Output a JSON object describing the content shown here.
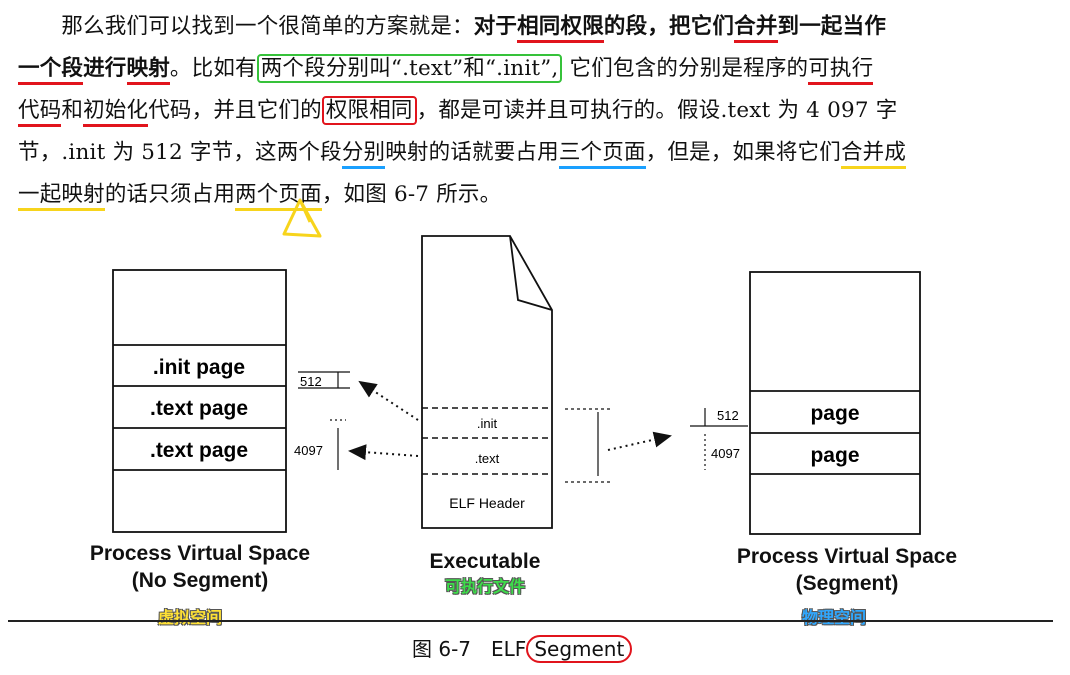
{
  "paragraph": {
    "line1": [
      {
        "t": "　　那么我们可以找到一个很简单的方案就是：",
        "s": ""
      },
      {
        "t": "对于",
        "s": "b"
      },
      {
        "t": "相同权限",
        "s": "b ul-red"
      },
      {
        "t": "的段，把它们",
        "s": "b"
      },
      {
        "t": "合并",
        "s": "b ul-red"
      },
      {
        "t": "到一起当作",
        "s": "b"
      }
    ],
    "line2": [
      {
        "t": "一个段",
        "s": "b ul-red"
      },
      {
        "t": "进行",
        "s": "b"
      },
      {
        "t": "映射",
        "s": "b ul-red"
      },
      {
        "t": "。比如有",
        "s": ""
      },
      {
        "t": "两个段分别叫“.text”和“.init”,",
        "s": "box-green"
      },
      {
        "t": " 它们包含的分别是程序的",
        "s": ""
      },
      {
        "t": "可执行",
        "s": "ul-red"
      }
    ],
    "line3": [
      {
        "t": "代码",
        "s": "ul-red"
      },
      {
        "t": "和",
        "s": ""
      },
      {
        "t": "初始化",
        "s": "ul-red"
      },
      {
        "t": "代码，并且它们的",
        "s": ""
      },
      {
        "t": "权限相同",
        "s": "box-red"
      },
      {
        "t": "，都是可读并且可执行的。假设.text 为 4 097 字",
        "s": ""
      }
    ],
    "line4": [
      {
        "t": "节，.init 为 512 字节，这两个段",
        "s": ""
      },
      {
        "t": "分别",
        "s": "ul-blue"
      },
      {
        "t": "映射的话就要占用",
        "s": ""
      },
      {
        "t": "三个页面",
        "s": "ul-blue"
      },
      {
        "t": "，但是，如果将它们",
        "s": ""
      },
      {
        "t": "合并成",
        "s": "ul-yellow"
      }
    ],
    "line5": [
      {
        "t": "一起映射",
        "s": "ul-yellow"
      },
      {
        "t": "的话只须占用",
        "s": ""
      },
      {
        "t": "两个页面",
        "s": "ul-yellow"
      },
      {
        "t": "，如图 6-7 所示。",
        "s": ""
      }
    ]
  },
  "figure": {
    "left_space": {
      "pages": [
        ".init page",
        ".text page",
        ".text page"
      ],
      "sizes": [
        "512",
        "4097"
      ],
      "caption_line1": "Process Virtual Space",
      "caption_line2": "(No Segment)",
      "note": "虚拟空间"
    },
    "executable": {
      "sections": [
        ".init",
        ".text",
        "ELF Header"
      ],
      "caption": "Executable",
      "note": "可执行文件"
    },
    "right_space": {
      "pages": [
        "page",
        "page"
      ],
      "sizes": [
        "512",
        "4097"
      ],
      "caption_line1": "Process Virtual Space",
      "caption_line2": "(Segment)",
      "note": "物理空间"
    },
    "caption_prefix": "图 6-7　ELF",
    "caption_segment": "Segment"
  },
  "colors": {
    "red_mark": "#e1141c",
    "blue_mark": "#1aa0ff",
    "yellow_mark": "#f7d41c",
    "green_mark": "#36c23a"
  }
}
